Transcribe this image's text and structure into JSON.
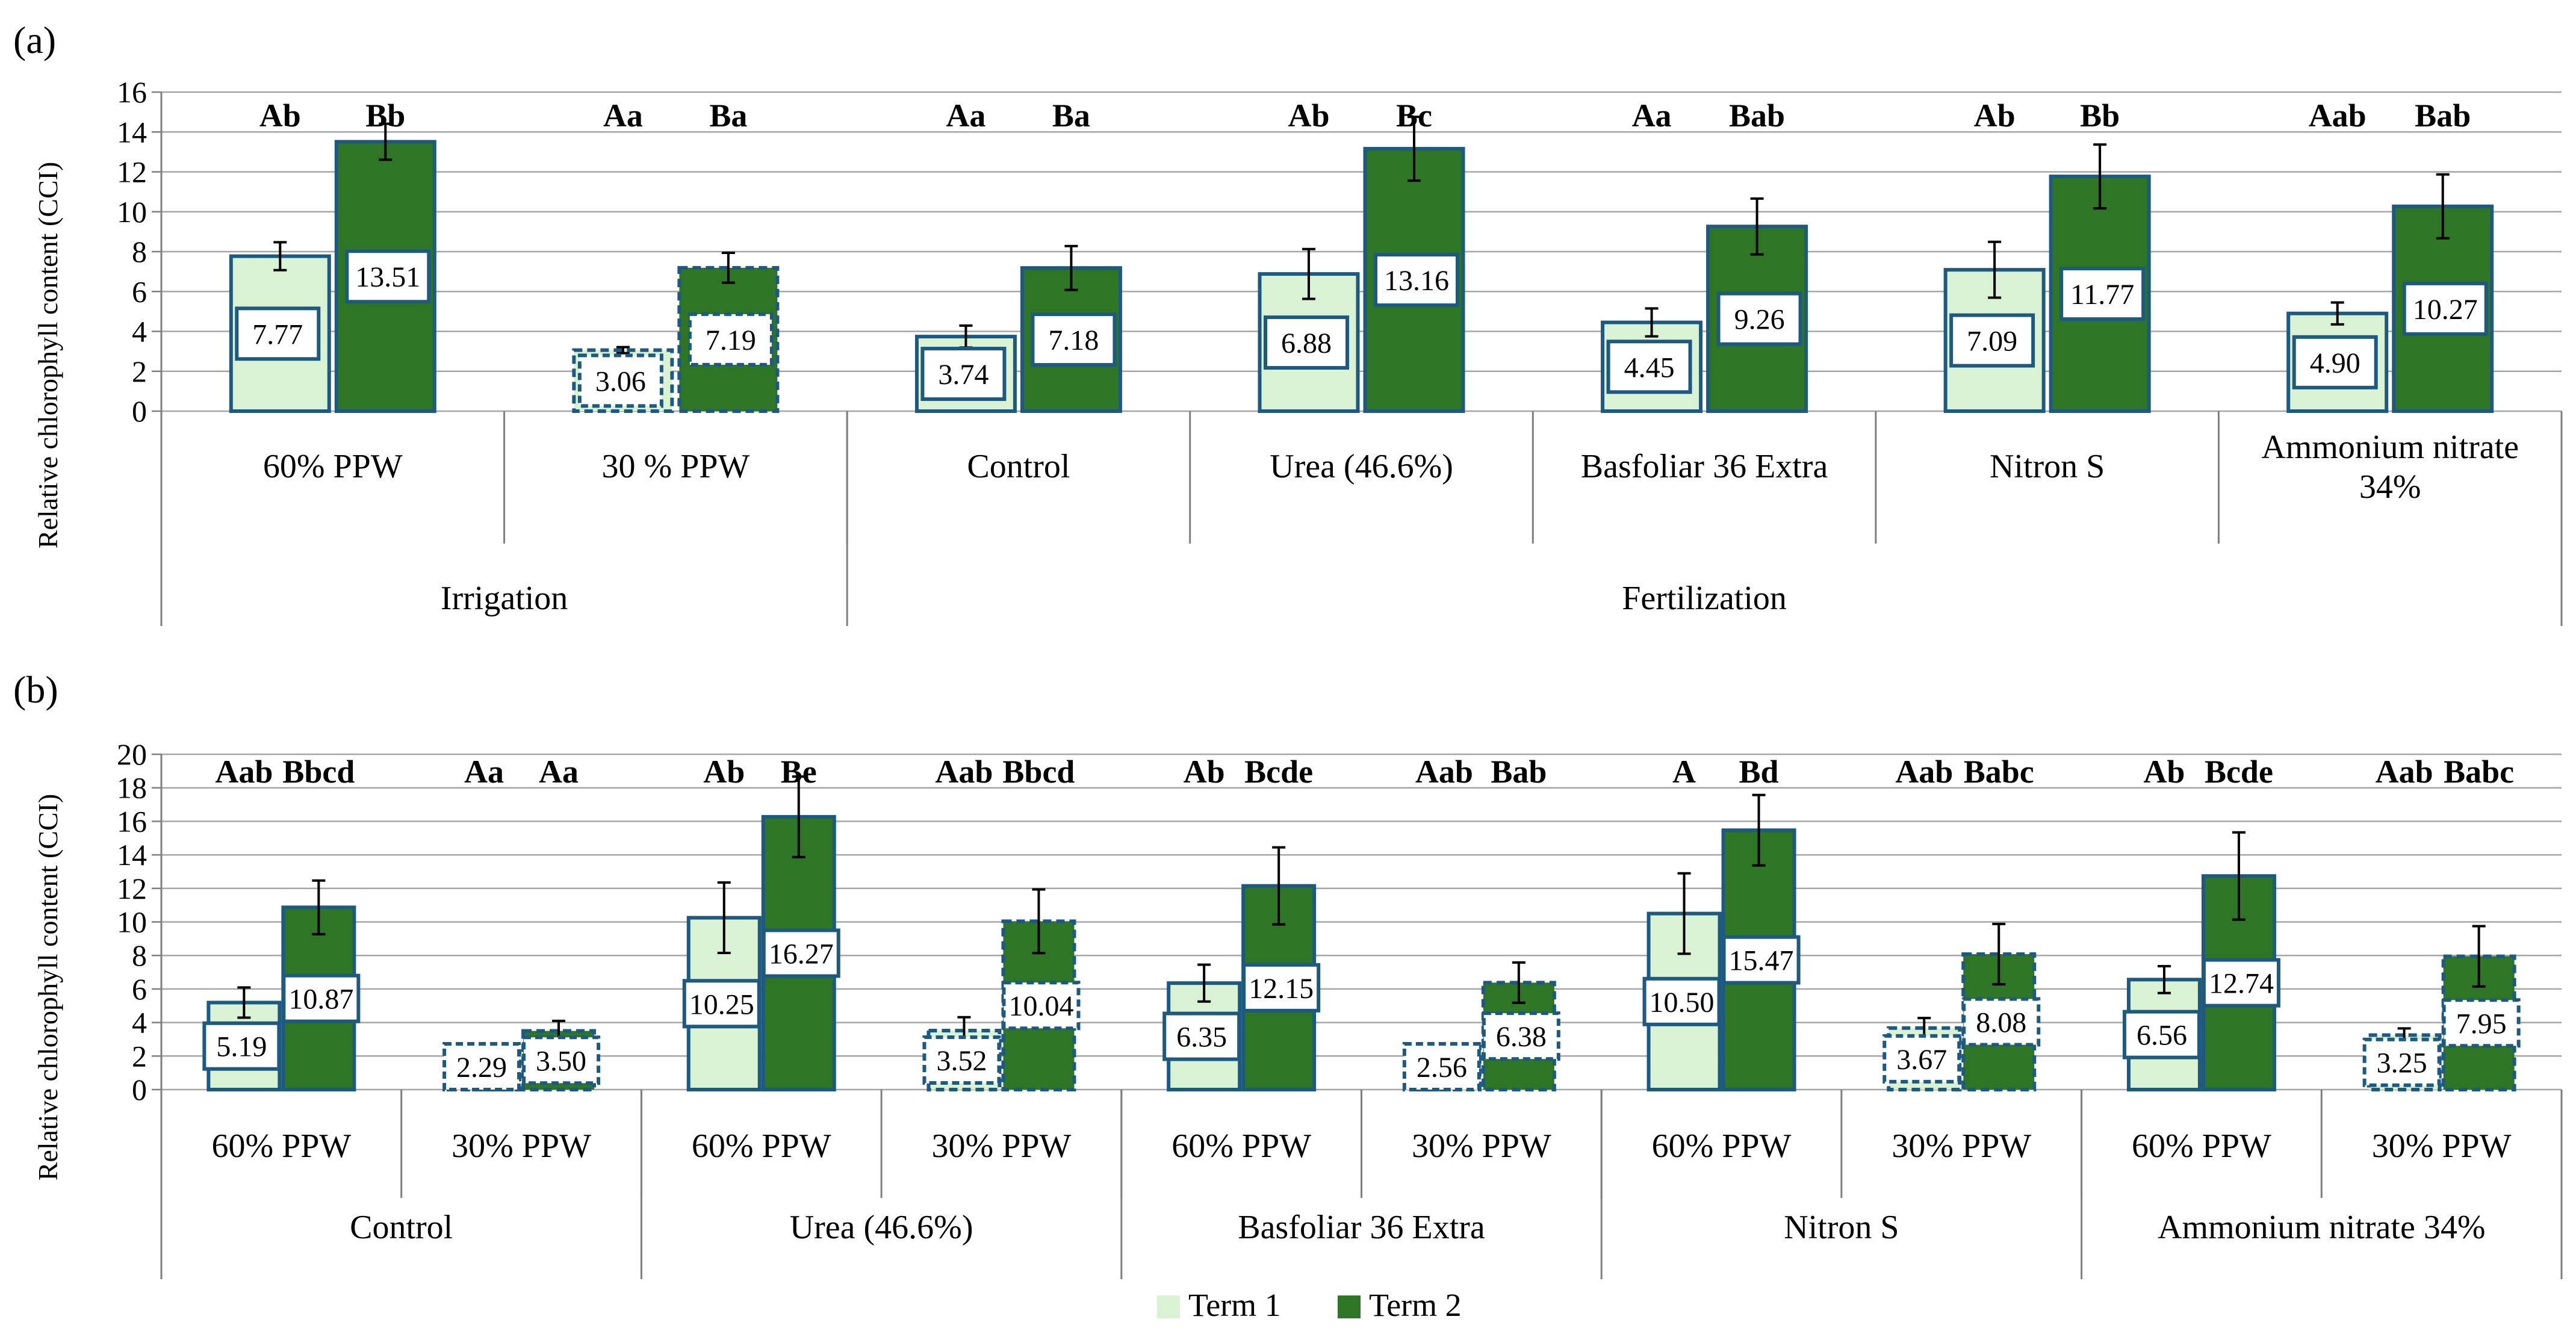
{
  "colors": {
    "term1": "#d9f2d3",
    "term2": "#2f7526",
    "bar_edge": "#1e5a80",
    "grid": "#a6a6a6",
    "axis": "#7f7f7f",
    "label_box": "#1e5a80",
    "error_bar": "#000000",
    "text": "#000000"
  },
  "legend": {
    "position": "bottom-center",
    "items": [
      {
        "name": "Term 1",
        "color": "#d9f2d3"
      },
      {
        "name": "Term 2",
        "color": "#2f7526"
      }
    ]
  },
  "chart_data": [
    {
      "panel_label": "(a)",
      "type": "bar",
      "ylabel": "Relative chlorophyll content (CCI)",
      "ylim": [
        0,
        16
      ],
      "yticks": [
        0,
        2,
        4,
        6,
        8,
        10,
        12,
        14,
        16
      ],
      "grid": true,
      "categories": [
        "60% PPW",
        "30 % PPW",
        "Control",
        "Urea (46.6%)",
        "Basfoliar 36 Extra",
        "Nitron S",
        "Ammonium nitrate 34%"
      ],
      "category_lines": [
        [
          "60% PPW"
        ],
        [
          "30 % PPW"
        ],
        [
          "Control"
        ],
        [
          "Urea (46.6%)"
        ],
        [
          "Basfoliar 36 Extra"
        ],
        [
          "Nitron S"
        ],
        [
          "Ammonium nitrate",
          "34%"
        ]
      ],
      "groups": [
        {
          "label": "Irrigation",
          "categories": 2
        },
        {
          "label": "Fertilization",
          "categories": 5
        }
      ],
      "series": [
        {
          "name": "Term 1",
          "values": [
            7.77,
            3.06,
            3.74,
            6.88,
            4.45,
            7.09,
            4.9
          ],
          "value_labels": [
            "7.77",
            "3.06",
            "3.74",
            "6.88",
            "4.45",
            "7.09",
            "4.90"
          ],
          "errors": [
            0.7,
            0.15,
            0.55,
            1.25,
            0.7,
            1.4,
            0.55
          ],
          "letters": [
            "Ab",
            "Aa",
            "Aa",
            "Ab",
            "Aa",
            "Ab",
            "Aab"
          ],
          "dashed": [
            false,
            true,
            false,
            false,
            false,
            false,
            false
          ]
        },
        {
          "name": "Term 2",
          "values": [
            13.51,
            7.19,
            7.18,
            13.16,
            9.26,
            11.77,
            10.27
          ],
          "value_labels": [
            "13.51",
            "7.19",
            "7.18",
            "13.16",
            "9.26",
            "11.77",
            "10.27"
          ],
          "errors": [
            0.9,
            0.75,
            1.1,
            1.6,
            1.4,
            1.6,
            1.6
          ],
          "letters": [
            "Bb",
            "Ba",
            "Ba",
            "Bc",
            "Bab",
            "Bb",
            "Bab"
          ],
          "dashed": [
            false,
            true,
            false,
            false,
            false,
            false,
            false
          ]
        }
      ]
    },
    {
      "panel_label": "(b)",
      "type": "bar",
      "ylabel": "Relative chlorophyll content (CCI)",
      "ylim": [
        0,
        20
      ],
      "yticks": [
        0,
        2,
        4,
        6,
        8,
        10,
        12,
        14,
        16,
        18,
        20
      ],
      "grid": true,
      "categories": [
        "60% PPW",
        "30% PPW",
        "60% PPW",
        "30% PPW",
        "60% PPW",
        "30% PPW",
        "60% PPW",
        "30% PPW",
        "60% PPW",
        "30% PPW"
      ],
      "category_lines": [
        [
          "60% PPW"
        ],
        [
          "30% PPW"
        ],
        [
          "60% PPW"
        ],
        [
          "30% PPW"
        ],
        [
          "60% PPW"
        ],
        [
          "30% PPW"
        ],
        [
          "60% PPW"
        ],
        [
          "30% PPW"
        ],
        [
          "60% PPW"
        ],
        [
          "30% PPW"
        ]
      ],
      "groups": [
        {
          "label": "Control",
          "categories": 2
        },
        {
          "label": "Urea (46.6%)",
          "categories": 2
        },
        {
          "label": "Basfoliar 36 Extra",
          "categories": 2
        },
        {
          "label": "Nitron S",
          "categories": 2
        },
        {
          "label": "Ammonium nitrate 34%",
          "categories": 2
        }
      ],
      "series": [
        {
          "name": "Term 1",
          "values": [
            5.19,
            2.29,
            10.25,
            3.52,
            6.35,
            2.56,
            10.5,
            3.67,
            6.56,
            3.25
          ],
          "value_labels": [
            "5.19",
            "2.29",
            "10.25",
            "3.52",
            "6.35",
            "2.56",
            "10.50",
            "3.67",
            "6.56",
            "3.25"
          ],
          "errors": [
            0.9,
            0.0,
            2.1,
            0.8,
            1.1,
            0.0,
            2.4,
            0.6,
            0.8,
            0.4
          ],
          "letters": [
            "Aab",
            "Aa",
            "Ab",
            "Aab",
            "Ab",
            "Aab",
            "A",
            "Aab",
            "Ab",
            "Aab"
          ],
          "dashed": [
            false,
            true,
            false,
            true,
            false,
            true,
            false,
            true,
            false,
            true
          ]
        },
        {
          "name": "Term 2",
          "values": [
            10.87,
            3.5,
            16.27,
            10.04,
            12.15,
            6.38,
            15.47,
            8.08,
            12.74,
            7.95
          ],
          "value_labels": [
            "10.87",
            "3.50",
            "16.27",
            "10.04",
            "12.15",
            "6.38",
            "15.47",
            "8.08",
            "12.74",
            "7.95"
          ],
          "errors": [
            1.6,
            0.6,
            2.4,
            1.9,
            2.3,
            1.2,
            2.1,
            1.8,
            2.6,
            1.8
          ],
          "letters": [
            "Bbcd",
            "Aa",
            "Be",
            "Bbcd",
            "Bcde",
            "Bab",
            "Bd",
            "Babc",
            "Bcde",
            "Babc"
          ],
          "dashed": [
            false,
            true,
            false,
            true,
            false,
            true,
            false,
            true,
            false,
            true
          ]
        }
      ]
    }
  ]
}
